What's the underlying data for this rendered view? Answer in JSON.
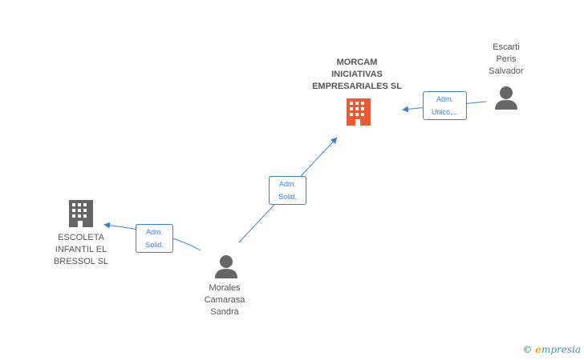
{
  "nodes": {
    "main": {
      "lines": [
        "MORCAM",
        "INICIATIVAS",
        "EMPRESARIALES SL"
      ],
      "icon": "building-icon",
      "color": "#f05a30"
    },
    "escoleta": {
      "lines": [
        "ESCOLETA",
        "INFANTIL EL",
        "BRESSOL SL"
      ],
      "icon": "building-icon",
      "color": "#666666"
    },
    "escarti": {
      "lines": [
        "Escarti",
        "Peris",
        "Salvador"
      ],
      "icon": "person-icon",
      "color": "#666666"
    },
    "morales": {
      "lines": [
        "Morales",
        "Camarasa",
        "Sandra"
      ],
      "icon": "person-icon",
      "color": "#666666"
    }
  },
  "edges": {
    "escarti_main": {
      "lines": [
        "Adm.",
        "Unico,..."
      ]
    },
    "morales_main": {
      "lines": [
        "Adm.",
        "Solid."
      ]
    },
    "morales_escoleta": {
      "lines": [
        "Adm.",
        "Solid."
      ]
    }
  },
  "colors": {
    "edge": "#3b7fd0"
  },
  "watermark": {
    "symbol": "©",
    "brand_initial": "e",
    "brand_rest": "mpresia"
  }
}
